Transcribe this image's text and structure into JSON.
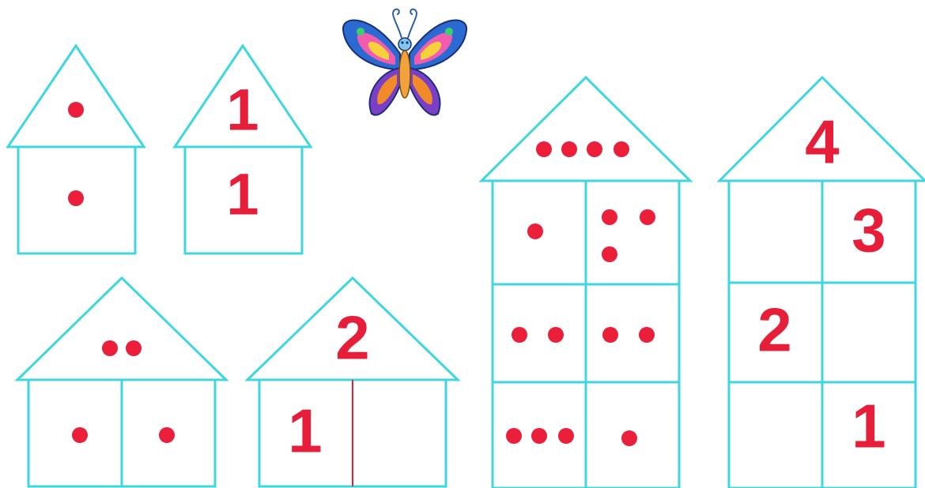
{
  "colors": {
    "house_outline": "#3fd7df",
    "dot": "#ec1f3b",
    "numeral": "#e61e3a",
    "divider": "#e61e3a",
    "background": "#ffffff"
  },
  "decoration": {
    "icon": "butterfly-icon"
  },
  "houses": [
    {
      "name": "house-one-dots",
      "roof": {
        "dots": 1
      },
      "rooms": [
        {
          "dots": 1
        }
      ]
    },
    {
      "name": "house-one-numbers",
      "roof": {
        "number": "1"
      },
      "rooms": [
        {
          "number": "1"
        }
      ]
    },
    {
      "name": "house-two-dots",
      "roof": {
        "dots": 2
      },
      "rooms": [
        {
          "dots": 1
        },
        {
          "dots": 1
        }
      ]
    },
    {
      "name": "house-two-numbers",
      "roof": {
        "number": "2"
      },
      "rooms": [
        {
          "number": "1"
        },
        {
          "number": ""
        }
      ]
    },
    {
      "name": "house-four-dots",
      "roof": {
        "dots": 4
      },
      "rooms": [
        {
          "dots": 1
        },
        {
          "dots": 3
        },
        {
          "dots": 2
        },
        {
          "dots": 2
        },
        {
          "dots": 3
        },
        {
          "dots": 1
        }
      ]
    },
    {
      "name": "house-four-numbers",
      "roof": {
        "number": "4"
      },
      "rooms": [
        {
          "number": ""
        },
        {
          "number": "3"
        },
        {
          "number": "2"
        },
        {
          "number": ""
        },
        {
          "number": ""
        },
        {
          "number": "1"
        }
      ]
    }
  ]
}
